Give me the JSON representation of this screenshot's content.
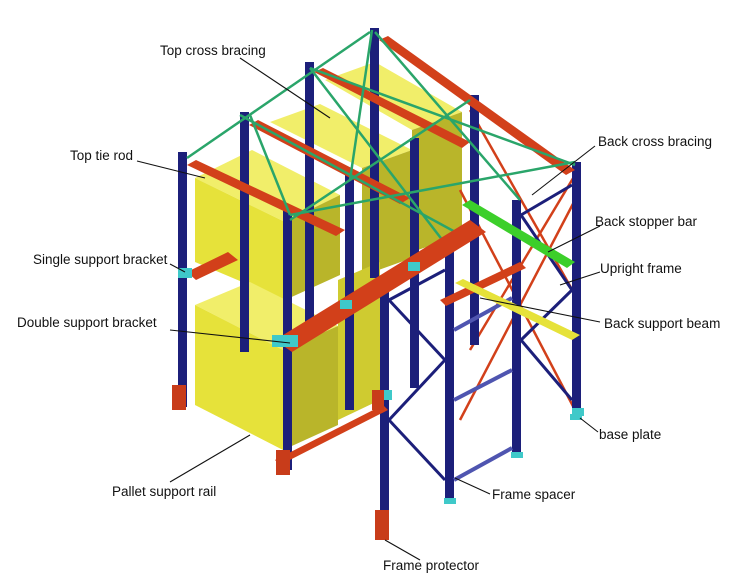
{
  "labels": {
    "top_cross_bracing": "Top cross bracing",
    "top_tie_rod": "Top tie rod",
    "single_support_bracket": "Single support bracket",
    "double_support_bracket": "Double support bracket",
    "pallet_support_rail": "Pallet support rail",
    "frame_protector": "Frame protector",
    "back_cross_bracing": "Back cross bracing",
    "back_stopper_bar": "Back stopper bar",
    "upright_frame": "Upright frame",
    "back_support_beam": "Back support beam",
    "base_plate": "base plate",
    "frame_spacer": "Frame spacer"
  },
  "colors": {
    "upright": "#1c1f7a",
    "upright_dark": "#0f1150",
    "beam_red": "#d2401a",
    "beam_red_dark": "#8e2a10",
    "brace_green": "#2aa56a",
    "stopper_green": "#3ccf2a",
    "support_yellow": "#e6e23a",
    "pallet_front": "#e6e23a",
    "pallet_side": "#b9b52a",
    "pallet_top": "#f1ee6a",
    "bracket_cyan": "#3fc9c9",
    "protector": "#c83c1a",
    "leader": "#111111",
    "background": "#ffffff"
  }
}
